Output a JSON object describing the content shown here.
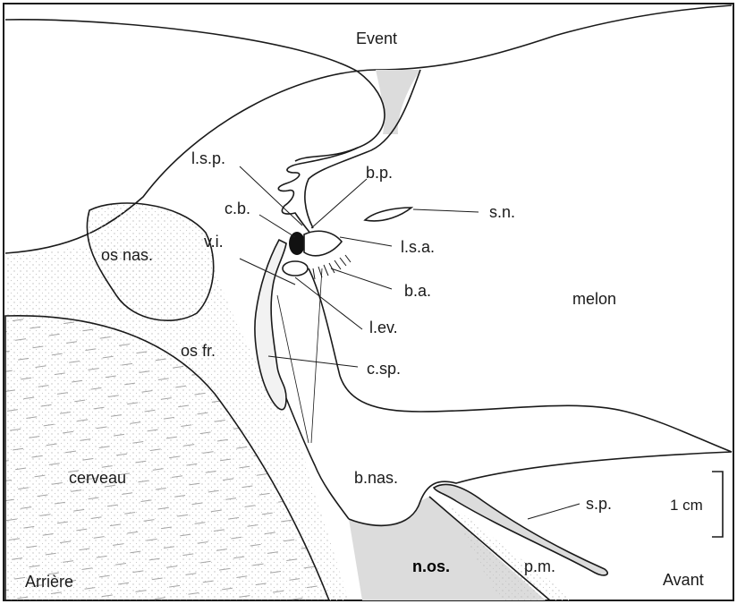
{
  "labels": {
    "event": "Event",
    "lsp": "l.s.p.",
    "bp": "b.p.",
    "cb": "c.b.",
    "sn": "s.n.",
    "vi": "v.i.",
    "lsa": "l.s.a.",
    "os_nas": "os nas.",
    "ba": "b.a.",
    "melon": "melon",
    "lev": "l.ev.",
    "os_fr": "os fr.",
    "csp": "c.sp.",
    "cerveau": "cerveau",
    "bnas": "b.nas.",
    "sp": "s.p.",
    "scale": "1 cm",
    "nos": "n.os.",
    "pm": "p.m.",
    "arriere": "Arrière",
    "avant": "Avant"
  },
  "colors": {
    "stroke": "#1a1a1a",
    "background": "#ffffff",
    "shade": "#dcdcdc",
    "dots": "#bdbdbd"
  }
}
